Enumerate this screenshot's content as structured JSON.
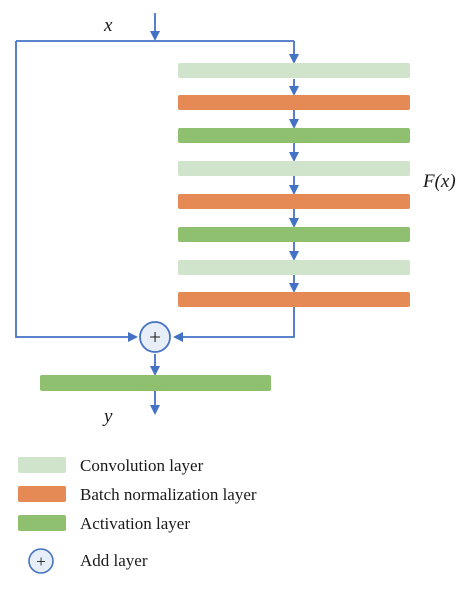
{
  "diagram": {
    "input_label": "x",
    "output_label": "y",
    "function_label": "F(x)",
    "add_symbol": "+",
    "flow_color": "#4472c4",
    "stack": [
      "convolution",
      "batch_norm",
      "activation",
      "convolution",
      "batch_norm",
      "activation",
      "convolution",
      "batch_norm"
    ],
    "after_add": [
      "activation"
    ]
  },
  "colors": {
    "convolution": "#cfe4cb",
    "batch_norm": "#e58a55",
    "activation": "#8fc06f",
    "add_fill": "#e7eef8",
    "add_stroke": "#4472c4"
  },
  "legend": {
    "convolution": "Convolution layer",
    "batch_norm": "Batch normalization layer",
    "activation": "Activation layer",
    "add": "Add layer"
  }
}
